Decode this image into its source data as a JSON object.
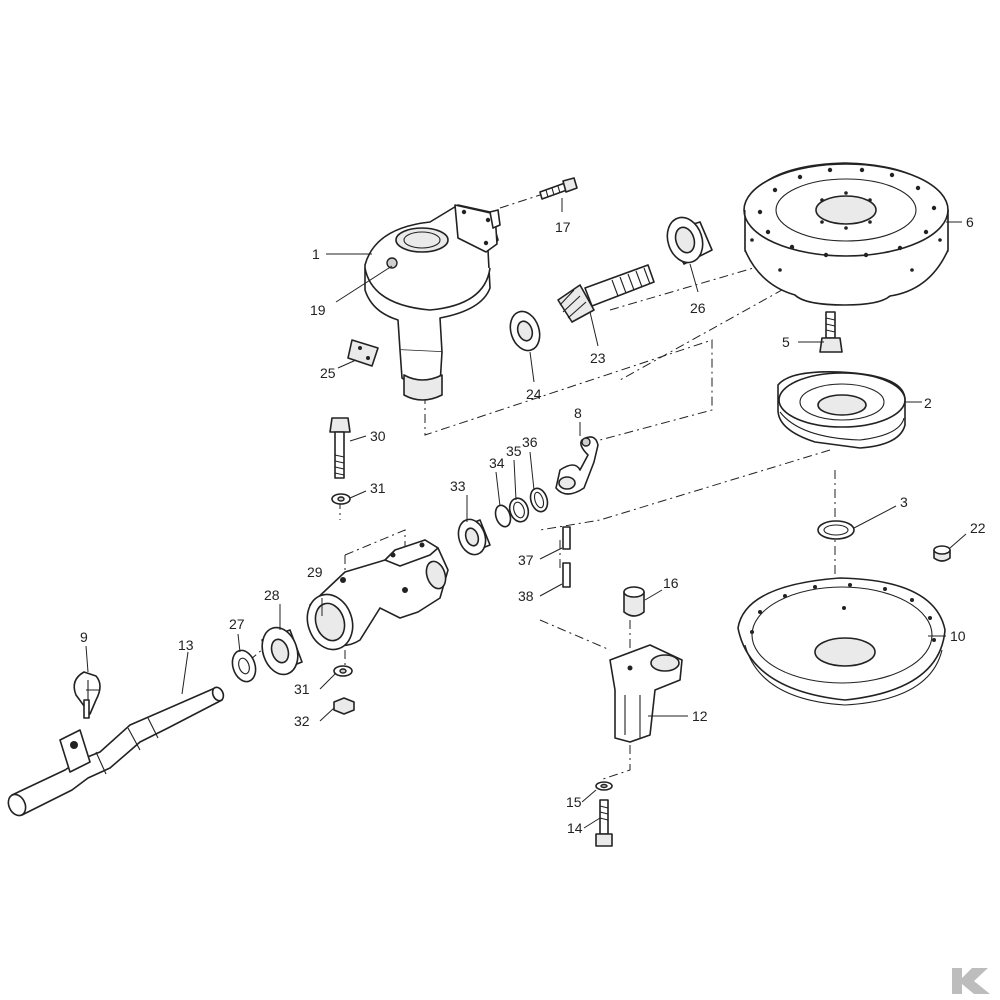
{
  "callouts": [
    "1",
    "2",
    "3",
    "5",
    "6",
    "8",
    "9",
    "10",
    "12",
    "13",
    "14",
    "15",
    "16",
    "17",
    "19",
    "22",
    "23",
    "24",
    "25",
    "26",
    "27",
    "28",
    "29",
    "30",
    "31",
    "31",
    "32",
    "33",
    "34",
    "35",
    "36",
    "37",
    "38"
  ],
  "brand": {
    "mark": "K",
    "color": "#bdbdbd"
  },
  "colors": {
    "line": "#222222",
    "background": "#ffffff"
  }
}
